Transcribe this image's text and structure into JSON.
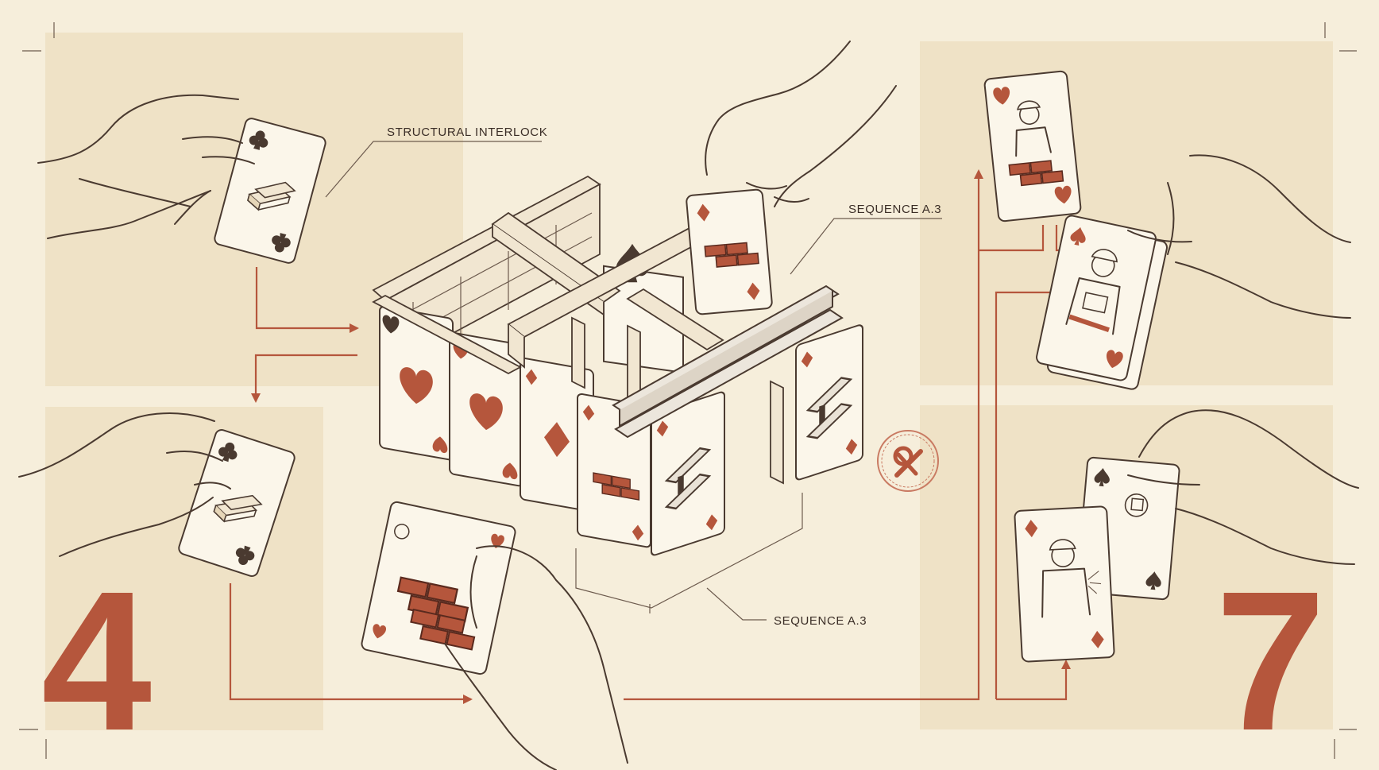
{
  "labels": {
    "structural_interlock": "STRUCTURAL INTERLOCK",
    "sequence_top": "SEQUENCE A.3",
    "sequence_bottom": "SEQUENCE A.3"
  },
  "numbers": {
    "left": "4",
    "right": "7"
  },
  "colors": {
    "background": "#f6eedb",
    "panel": "#efe2c6",
    "accent": "#b5563c",
    "ink": "#4a3a30",
    "card": "#fbf6ea"
  },
  "icons": [
    "club-icon",
    "heart-icon",
    "diamond-icon",
    "spade-icon",
    "brick-icon",
    "lumber-icon",
    "i-beam-icon",
    "worker-icon",
    "welder-icon",
    "gear-wrench-stamp-icon",
    "hand-icon"
  ]
}
